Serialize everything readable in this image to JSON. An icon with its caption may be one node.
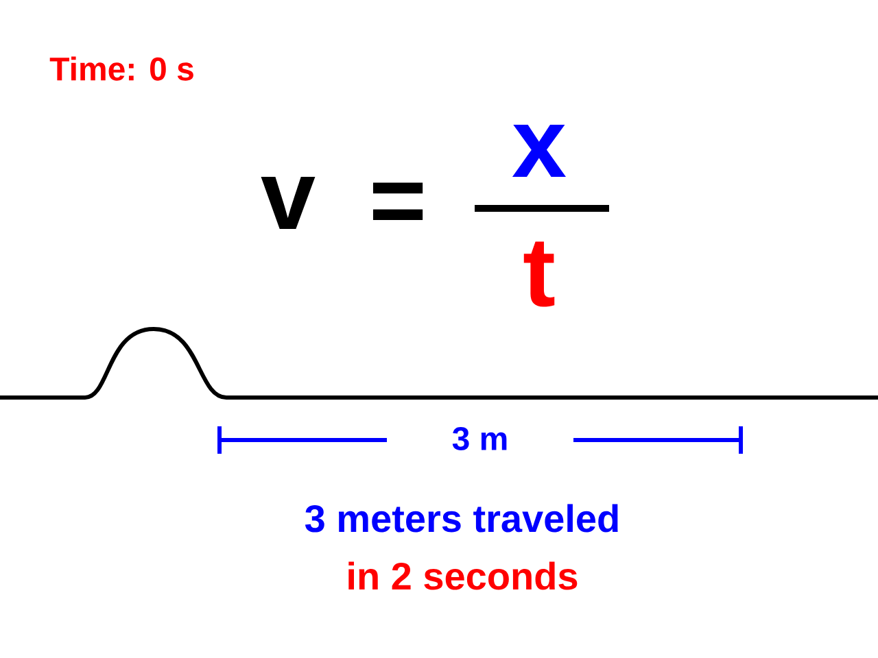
{
  "diagram": {
    "labels": [
      "Time: 0 s",
      "v",
      "=",
      "x",
      "t",
      "3 m",
      "3 meters traveled",
      "in 2 seconds"
    ]
  }
}
